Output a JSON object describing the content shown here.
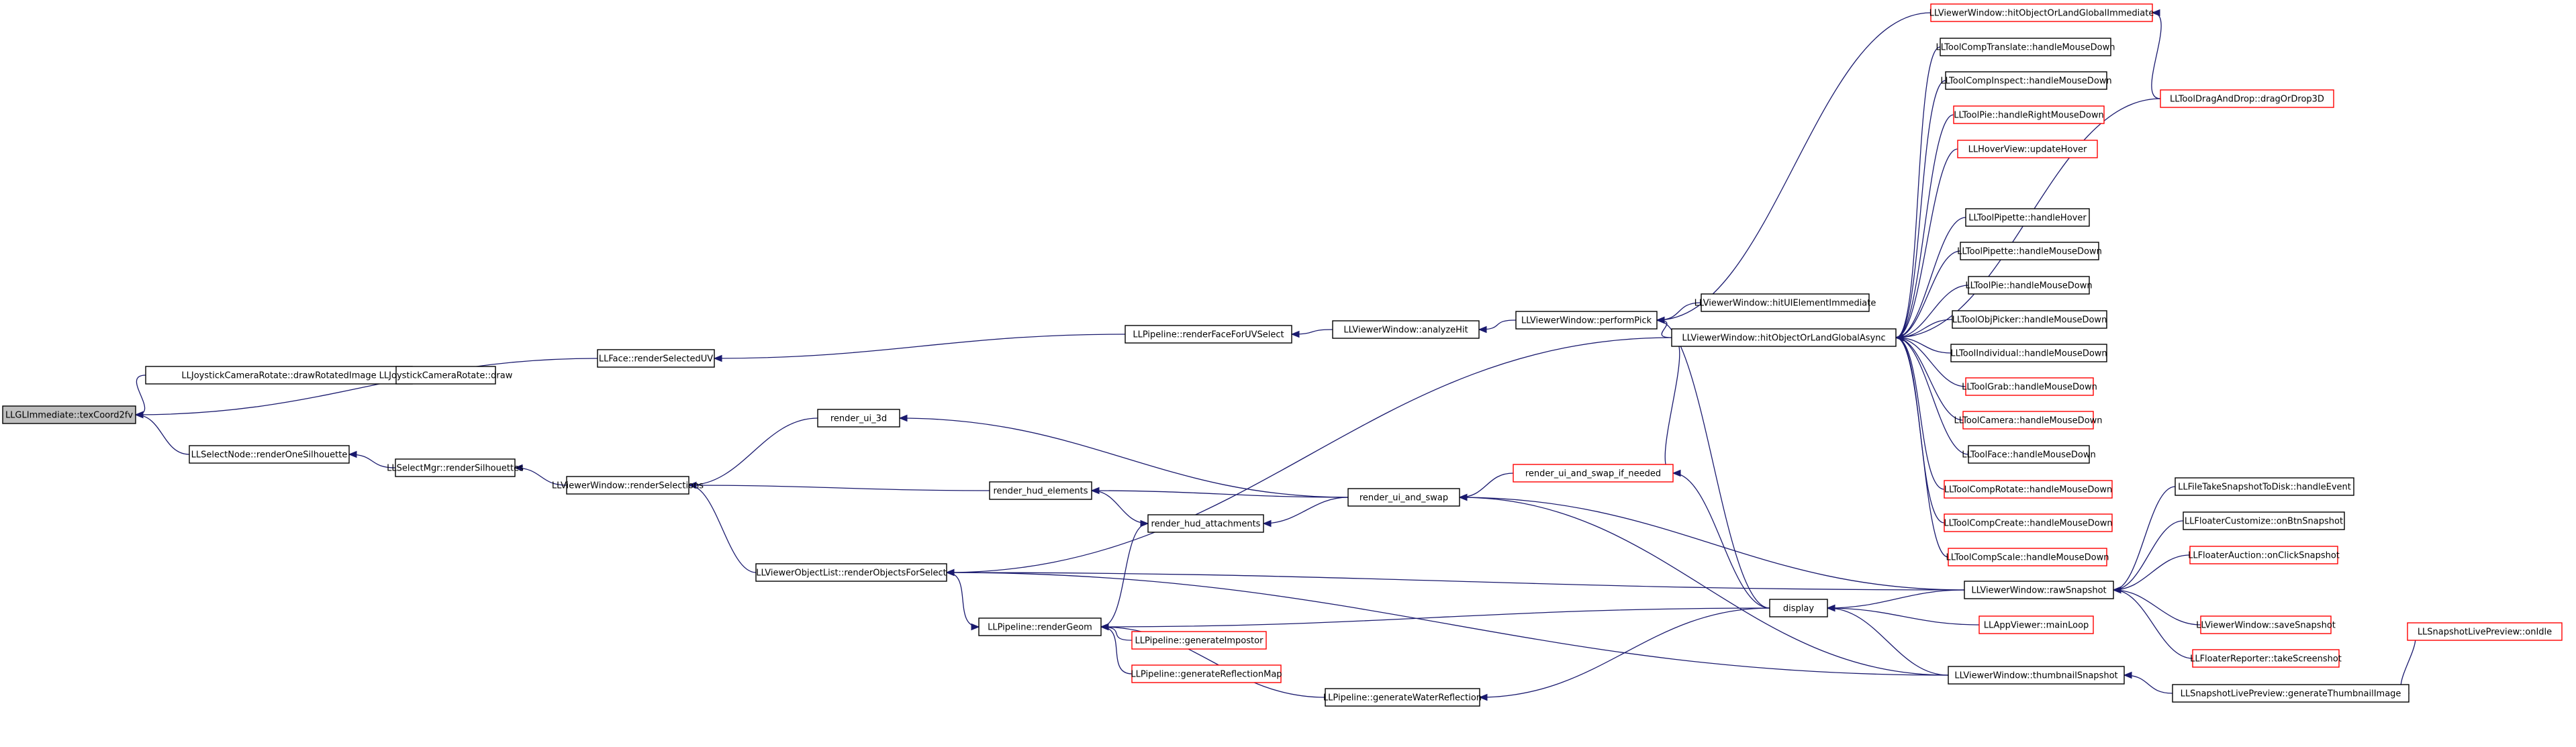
{
  "colors": {
    "root_fill": "#bfbfbf",
    "normal_border": "#000000",
    "red_border": "#ff0000",
    "edge": "#1a1a6e"
  },
  "nodes": [
    {
      "id": "tex",
      "label": "LLGLImmediate::texCoord2fv",
      "style": "root"
    },
    {
      "id": "joyDraw",
      "label": "LLJoystickCameraRotate::drawRotatedImage",
      "style": "normal"
    },
    {
      "id": "joyDraw2",
      "label": "LLJoystickCameraRotate::draw",
      "style": "normal"
    },
    {
      "id": "faceSel",
      "label": "LLFace::renderSelectedUV",
      "style": "normal"
    },
    {
      "id": "selSil",
      "label": "LLSelectNode::renderOneSilhouette",
      "style": "normal"
    },
    {
      "id": "selMgr",
      "label": "LLSelectMgr::renderSilhouettes",
      "style": "normal"
    },
    {
      "id": "vwSel",
      "label": "LLViewerWindow::renderSelections",
      "style": "normal"
    },
    {
      "id": "ui3d",
      "label": "render_ui_3d",
      "style": "normal"
    },
    {
      "id": "hudEl",
      "label": "render_hud_elements",
      "style": "normal"
    },
    {
      "id": "hudAtt",
      "label": "render_hud_attachments",
      "style": "normal"
    },
    {
      "id": "volList",
      "label": "LLViewerObjectList::renderObjectsForSelect",
      "style": "normal"
    },
    {
      "id": "geom",
      "label": "LLPipeline::renderGeom",
      "style": "normal"
    },
    {
      "id": "impostor",
      "label": "LLPipeline::generateImpostor",
      "style": "red"
    },
    {
      "id": "reflMap",
      "label": "LLPipeline::generateReflectionMap",
      "style": "red"
    },
    {
      "id": "water",
      "label": "LLPipeline::generateWaterReflection",
      "style": "normal"
    },
    {
      "id": "faceUV",
      "label": "LLPipeline::renderFaceForUVSelect",
      "style": "normal"
    },
    {
      "id": "analyzeHit",
      "label": "LLViewerWindow::analyzeHit",
      "style": "normal"
    },
    {
      "id": "performPick",
      "label": "LLViewerWindow::performPick",
      "style": "normal"
    },
    {
      "id": "uiSwap",
      "label": "render_ui_and_swap",
      "style": "normal"
    },
    {
      "id": "uiSwapIf",
      "label": "render_ui_and_swap_if_needed",
      "style": "red"
    },
    {
      "id": "display",
      "label": "display",
      "style": "normal"
    },
    {
      "id": "hitUI",
      "label": "LLViewerWindow::hitUIElementImmediate",
      "style": "normal"
    },
    {
      "id": "hitAsync",
      "label": "LLViewerWindow::hitObjectOrLandGlobalAsync",
      "style": "normal"
    },
    {
      "id": "hitImm",
      "label": "LLViewerWindow::hitObjectOrLandGlobalImmediate",
      "style": "red"
    },
    {
      "id": "dragDrop",
      "label": "LLToolDragAndDrop::dragOrDrop3D",
      "style": "red"
    },
    {
      "id": "t_ctrans",
      "label": "LLToolCompTranslate::handleMouseDown",
      "style": "normal"
    },
    {
      "id": "t_cinsp",
      "label": "LLToolCompInspect::handleMouseDown",
      "style": "normal"
    },
    {
      "id": "t_pieR",
      "label": "LLToolPie::handleRightMouseDown",
      "style": "red"
    },
    {
      "id": "t_hover",
      "label": "LLHoverView::updateHover",
      "style": "red"
    },
    {
      "id": "t_pipH",
      "label": "LLToolPipette::handleHover",
      "style": "normal"
    },
    {
      "id": "t_pipD",
      "label": "LLToolPipette::handleMouseDown",
      "style": "normal"
    },
    {
      "id": "t_pieD",
      "label": "LLToolPie::handleMouseDown",
      "style": "normal"
    },
    {
      "id": "t_objp",
      "label": "LLToolObjPicker::handleMouseDown",
      "style": "normal"
    },
    {
      "id": "t_indiv",
      "label": "LLToolIndividual::handleMouseDown",
      "style": "normal"
    },
    {
      "id": "t_grab",
      "label": "LLToolGrab::handleMouseDown",
      "style": "red"
    },
    {
      "id": "t_cam",
      "label": "LLToolCamera::handleMouseDown",
      "style": "red"
    },
    {
      "id": "t_face",
      "label": "LLToolFace::handleMouseDown",
      "style": "normal"
    },
    {
      "id": "t_crot",
      "label": "LLToolCompRotate::handleMouseDown",
      "style": "red"
    },
    {
      "id": "t_ccreate",
      "label": "LLToolCompCreate::handleMouseDown",
      "style": "red"
    },
    {
      "id": "t_cscale",
      "label": "LLToolCompScale::handleMouseDown",
      "style": "red"
    },
    {
      "id": "rawSnap",
      "label": "LLViewerWindow::rawSnapshot",
      "style": "normal"
    },
    {
      "id": "mainLoop",
      "label": "LLAppViewer::mainLoop",
      "style": "red"
    },
    {
      "id": "thumbSnap",
      "label": "LLViewerWindow::thumbnailSnapshot",
      "style": "normal"
    },
    {
      "id": "genThumb",
      "label": "LLSnapshotLivePreview::generateThumbnailImage",
      "style": "normal"
    },
    {
      "id": "onIdle",
      "label": "LLSnapshotLivePreview::onIdle",
      "style": "red"
    },
    {
      "id": "fTake",
      "label": "LLFileTakeSnapshotToDisk::handleEvent",
      "style": "normal"
    },
    {
      "id": "fCust",
      "label": "LLFloaterCustomize::onBtnSnapshot",
      "style": "normal"
    },
    {
      "id": "fAuct",
      "label": "LLFloaterAuction::onClickSnapshot",
      "style": "red"
    },
    {
      "id": "vwSave",
      "label": "LLViewerWindow::saveSnapshot",
      "style": "red"
    },
    {
      "id": "fRep",
      "label": "LLFloaterReporter::takeScreenshot",
      "style": "red"
    }
  ],
  "edges": [
    [
      "joyDraw",
      "tex"
    ],
    [
      "faceSel",
      "tex"
    ],
    [
      "selSil",
      "tex"
    ],
    [
      "joyDraw2",
      "joyDraw"
    ],
    [
      "faceUV",
      "faceSel"
    ],
    [
      "selMgr",
      "selSil"
    ],
    [
      "vwSel",
      "selMgr"
    ],
    [
      "ui3d",
      "vwSel"
    ],
    [
      "hudEl",
      "vwSel"
    ],
    [
      "volList",
      "vwSel"
    ],
    [
      "uiSwap",
      "ui3d"
    ],
    [
      "uiSwap",
      "hudEl"
    ],
    [
      "hudAtt",
      "hudEl"
    ],
    [
      "uiSwap",
      "hudAtt"
    ],
    [
      "geom",
      "hudAtt"
    ],
    [
      "rawSnap",
      "volList"
    ],
    [
      "thumbSnap",
      "volList"
    ],
    [
      "hitAsync",
      "volList"
    ],
    [
      "volList",
      "geom"
    ],
    [
      "display",
      "geom"
    ],
    [
      "impostor",
      "geom"
    ],
    [
      "reflMap",
      "geom"
    ],
    [
      "water",
      "geom"
    ],
    [
      "display",
      "water"
    ],
    [
      "analyzeHit",
      "faceUV"
    ],
    [
      "performPick",
      "analyzeHit"
    ],
    [
      "uiSwapIf",
      "uiSwap"
    ],
    [
      "rawSnap",
      "uiSwap"
    ],
    [
      "thumbSnap",
      "uiSwap"
    ],
    [
      "display",
      "uiSwapIf"
    ],
    [
      "hitAsync",
      "uiSwapIf"
    ],
    [
      "hitUI",
      "performPick"
    ],
    [
      "hitAsync",
      "performPick"
    ],
    [
      "hitImm",
      "performPick"
    ],
    [
      "display",
      "performPick"
    ],
    [
      "rawSnap",
      "display"
    ],
    [
      "mainLoop",
      "display"
    ],
    [
      "thumbSnap",
      "display"
    ],
    [
      "dragDrop",
      "hitImm"
    ],
    [
      "t_ctrans",
      "hitAsync"
    ],
    [
      "t_cinsp",
      "hitAsync"
    ],
    [
      "t_pieR",
      "hitAsync"
    ],
    [
      "t_hover",
      "hitAsync"
    ],
    [
      "t_pipH",
      "hitAsync"
    ],
    [
      "t_pipD",
      "hitAsync"
    ],
    [
      "t_pieD",
      "hitAsync"
    ],
    [
      "t_objp",
      "hitAsync"
    ],
    [
      "t_indiv",
      "hitAsync"
    ],
    [
      "t_grab",
      "hitAsync"
    ],
    [
      "t_cam",
      "hitAsync"
    ],
    [
      "t_face",
      "hitAsync"
    ],
    [
      "t_crot",
      "hitAsync"
    ],
    [
      "t_ccreate",
      "hitAsync"
    ],
    [
      "t_cscale",
      "hitAsync"
    ],
    [
      "dragDrop",
      "hitAsync"
    ],
    [
      "fTake",
      "rawSnap"
    ],
    [
      "fCust",
      "rawSnap"
    ],
    [
      "fAuct",
      "rawSnap"
    ],
    [
      "vwSave",
      "rawSnap"
    ],
    [
      "fRep",
      "rawSnap"
    ],
    [
      "genThumb",
      "thumbSnap"
    ],
    [
      "onIdle",
      "genThumb"
    ]
  ]
}
